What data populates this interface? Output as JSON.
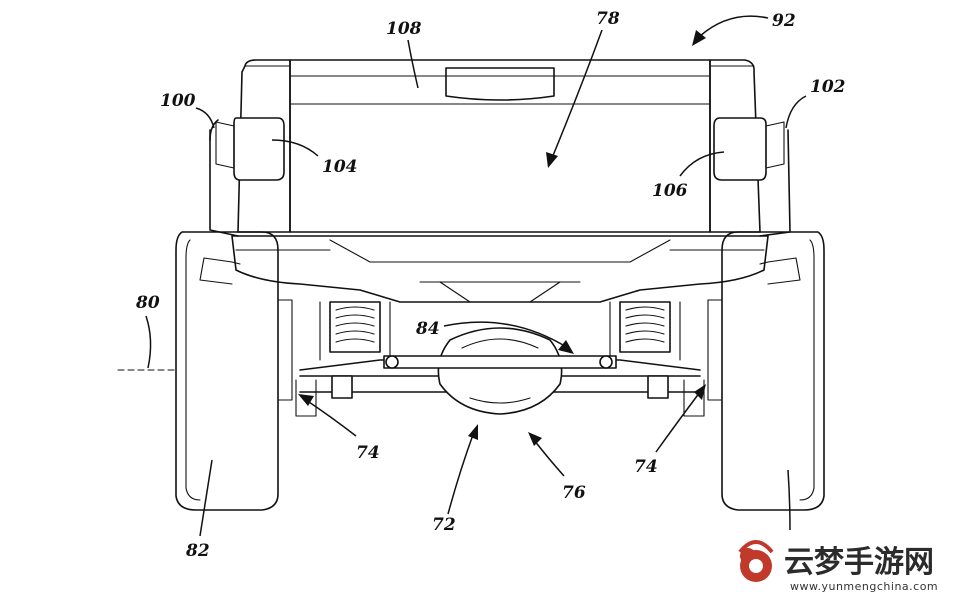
{
  "refs": {
    "r108": "108",
    "r78": "78",
    "r92": "92",
    "r100": "100",
    "r102": "102",
    "r104": "104",
    "r106": "106",
    "r80": "80",
    "r84": "84",
    "r74a": "74",
    "r74b": "74",
    "r72": "72",
    "r76": "76",
    "r82": "82"
  },
  "watermark": {
    "brand": "云梦手游网",
    "url": "www.yunmengchina.com",
    "logo_color": "#c0392b"
  }
}
